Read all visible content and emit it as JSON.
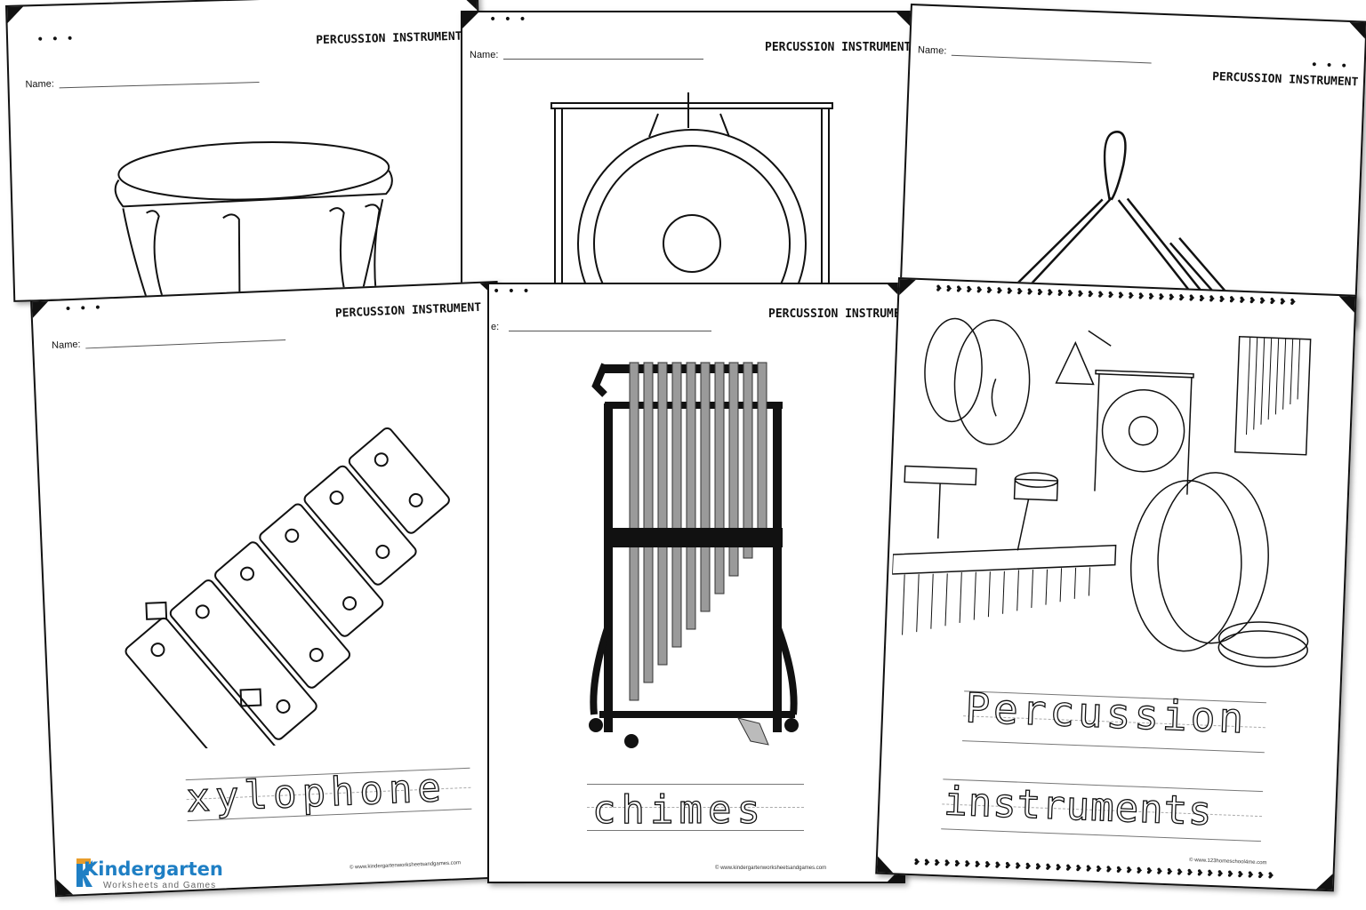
{
  "worksheets": {
    "title": "PERCUSSION INSTRUMENT",
    "name_label": "Name:",
    "name_label_partial": "e:",
    "drum_sheet": {
      "title": "PERCUSSION INSTRUMENT",
      "name_label": "Name:"
    },
    "gong_sheet": {
      "title": "PERCUSSION INSTRUMENT",
      "name_label": "Name:"
    },
    "triangle_sheet": {
      "title": "PERCUSSION INSTRUMENT",
      "name_label": "Name:"
    },
    "xylophone_sheet": {
      "title": "PERCUSSION INSTRUMENT",
      "name_label": "Name:",
      "trace_word": "xylophone",
      "url": "© www.kindergartenworksheetsandgames.com"
    },
    "chimes_sheet": {
      "title": "PERCUSSION INSTRUMENT",
      "name_label": "e:",
      "trace_word": "chimes",
      "url": "© www.kindergartenworksheetsandgames.com"
    },
    "cover_sheet": {
      "trace_line1": "Percussion",
      "trace_line2": "instruments",
      "url": "© www.123homeschool4me.com"
    }
  },
  "logo": {
    "name": "Kindergarten",
    "tagline": "Worksheets and Games"
  },
  "icons": [
    "drum-illustration",
    "gong-illustration",
    "triangle-illustration",
    "xylophone-illustration",
    "chimes-illustration",
    "percussion-collage-illustration"
  ],
  "colors": {
    "line": "#111111",
    "logo_blue": "#1f7fc4",
    "logo_pencil": "#e89d2b",
    "chimes_tube": "#9a9a9a"
  }
}
